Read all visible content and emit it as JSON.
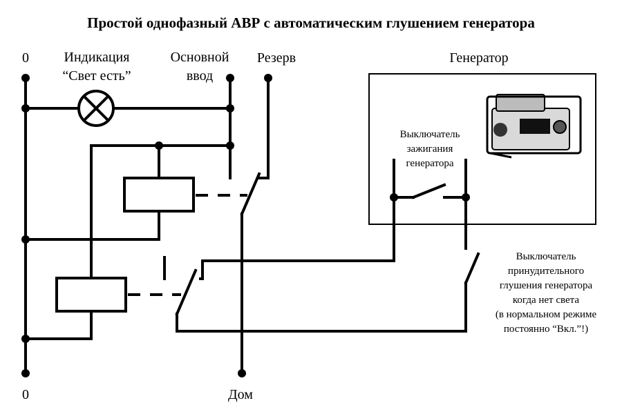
{
  "title": "Простой однофазный АВР с автоматическим глушением генератора",
  "labels": {
    "zero_top": "0",
    "zero_bottom": "0",
    "indication_line1": "Индикация",
    "indication_line2": "“Свет есть”",
    "main_input_line1": "Основной",
    "main_input_line2": "ввод",
    "reserve": "Резерв",
    "generator": "Генератор",
    "house": "Дом",
    "ignition_switch_line1": "Выключатель",
    "ignition_switch_line2": "зажигания",
    "ignition_switch_line3": "генератора",
    "forced_stop_line1": "Выключатель",
    "forced_stop_line2": "принудительного",
    "forced_stop_line3": "глушения генератора",
    "forced_stop_line4": "когда нет света",
    "forced_stop_line5": "(в нормальном режиме",
    "forced_stop_line6": "постоянно “Вкл.”!)"
  },
  "icons": {
    "lamp": "indicator-lamp-icon",
    "generator": "generator-icon"
  }
}
